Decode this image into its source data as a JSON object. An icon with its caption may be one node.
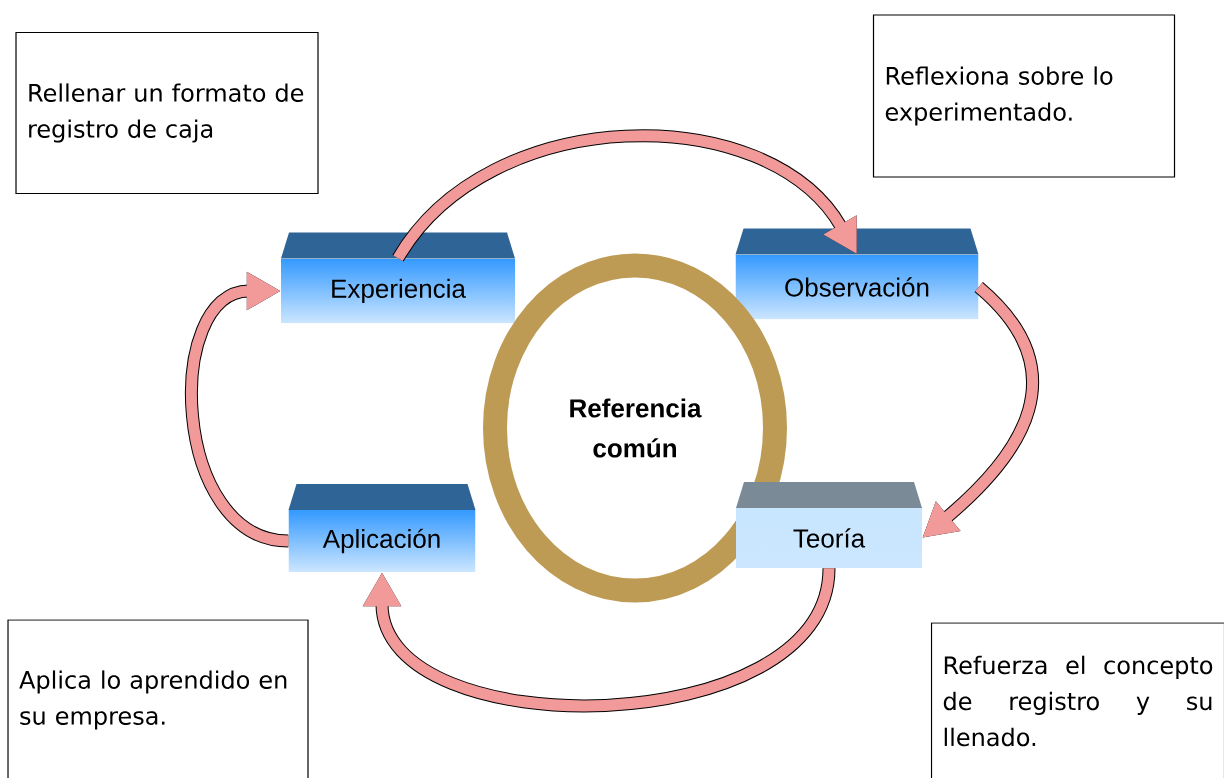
{
  "diagram": {
    "nodes": [
      {
        "text": [
          "Rellenar un formato de registro de caja"
        ]
      },
      {
        "text": [
          "Reflexiona sobre lo experimentado."
        ]
      },
      {
        "text": [
          "Experiencia"
        ]
      },
      {
        "text": [
          "Observación"
        ]
      },
      {
        "text": [
          "Referencia común"
        ]
      },
      {
        "text": [
          "Aplicación"
        ]
      },
      {
        "text": [
          "Teoría"
        ]
      },
      {
        "text": [
          "Aplica lo aprendido en su empresa."
        ]
      },
      {
        "text": [
          "Refuerza el concepto de registro y su llenado."
        ]
      }
    ],
    "edges": [
      {
        "from": 2,
        "to": 3,
        "arrow": "to"
      },
      {
        "from": 3,
        "to": 6,
        "arrow": "to"
      },
      {
        "from": 6,
        "to": 5,
        "arrow": "to"
      },
      {
        "from": 5,
        "to": 2,
        "arrow": "to"
      }
    ]
  }
}
